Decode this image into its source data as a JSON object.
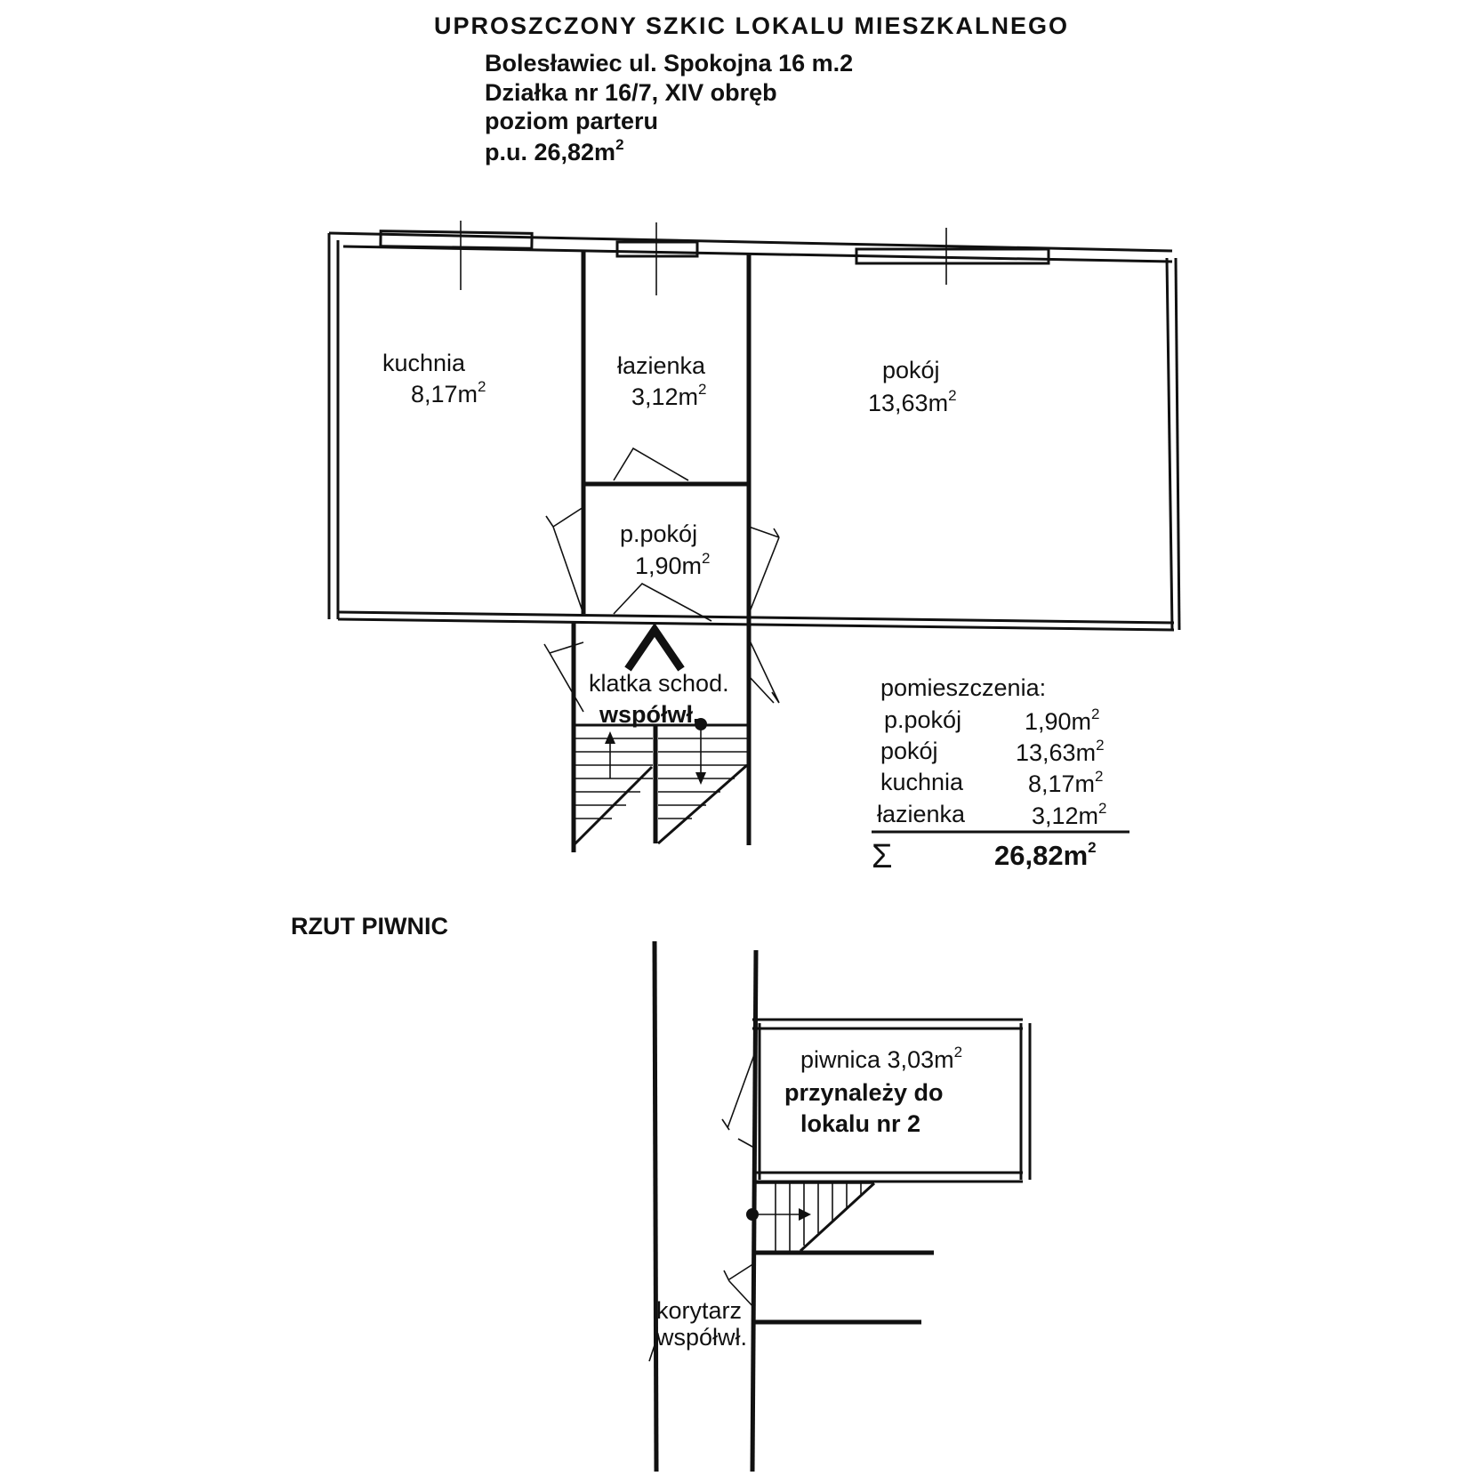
{
  "header": {
    "title": "UPROSZCZONY  SZKIC  LOKALU  MIESZKALNEGO",
    "address": "Bolesławiec  ul. Spokojna 16  m.2",
    "plot": "Działka nr 16/7, XIV obręb",
    "level": "poziom parteru",
    "area_prefix": "p.u.  26,82m",
    "area_sup": "2"
  },
  "ground_floor": {
    "rooms": {
      "kitchen": {
        "name": "kuchnia",
        "area": "8,17m",
        "sup": "2"
      },
      "bathroom": {
        "name": "łazienka",
        "area": "3,12m",
        "sup": "2"
      },
      "room": {
        "name": "pokój",
        "area": "13,63m",
        "sup": "2"
      },
      "hall": {
        "name": "p.pokój",
        "area": "1,90m",
        "sup": "2"
      }
    },
    "staircase": {
      "name": "klatka schod.",
      "ownership": "współwł."
    }
  },
  "summary": {
    "heading": "pomieszczenia:",
    "rows": [
      {
        "name": "p.pokój",
        "area": "1,90m",
        "sup": "2"
      },
      {
        "name": "pokój",
        "area": "13,63m",
        "sup": "2"
      },
      {
        "name": "kuchnia",
        "area": "8,17m",
        "sup": "2"
      },
      {
        "name": "łazienka",
        "area": "3,12m",
        "sup": "2"
      }
    ],
    "sigma": "Σ",
    "total": "26,82m",
    "total_sup": "2"
  },
  "basement": {
    "heading": "RZUT  PIWNIC",
    "cellar": {
      "label": "piwnica 3,03m",
      "sup": "2",
      "note_line1": "przynależy do",
      "note_line2": "lokalu nr 2"
    },
    "corridor": {
      "name": "korytarz",
      "ownership": "współwł."
    }
  }
}
